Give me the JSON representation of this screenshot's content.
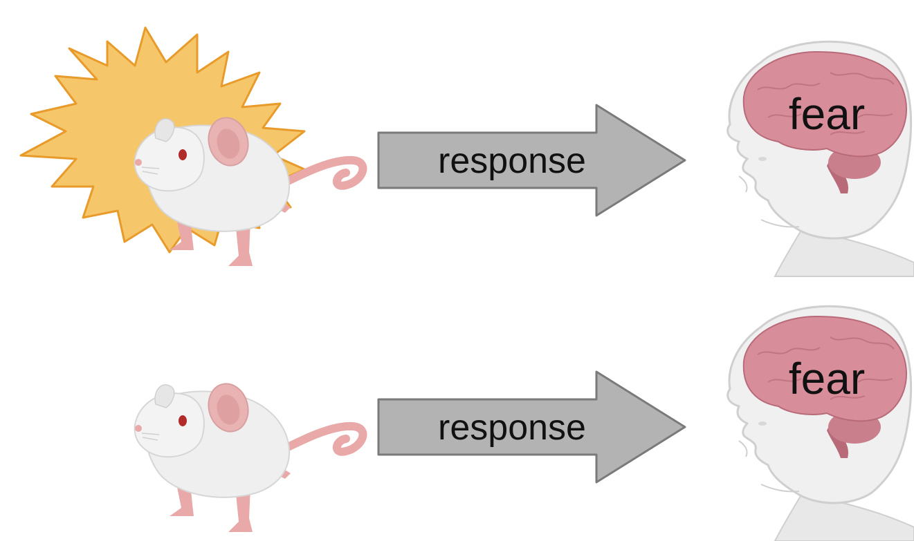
{
  "rows": [
    {
      "stimulus": "loud noise burst with mouse",
      "arrow_label": "response",
      "brain_label": "fear"
    },
    {
      "stimulus": "mouse alone",
      "arrow_label": "response",
      "brain_label": "fear"
    }
  ],
  "colors": {
    "burst_fill": "#f5c66a",
    "burst_stroke": "#e89a2a",
    "arrow_fill": "#b3b3b3",
    "arrow_stroke": "#7a7a7a",
    "brain_fill": "#d88e9a",
    "brain_dark": "#b86a78",
    "head_fill": "#efefef",
    "mouse_body": "#efefef",
    "mouse_pink": "#e9a9a9"
  },
  "icons": {
    "burst": "starburst-icon",
    "mouse": "mouse-icon",
    "head": "infant-head-with-brain-icon"
  }
}
